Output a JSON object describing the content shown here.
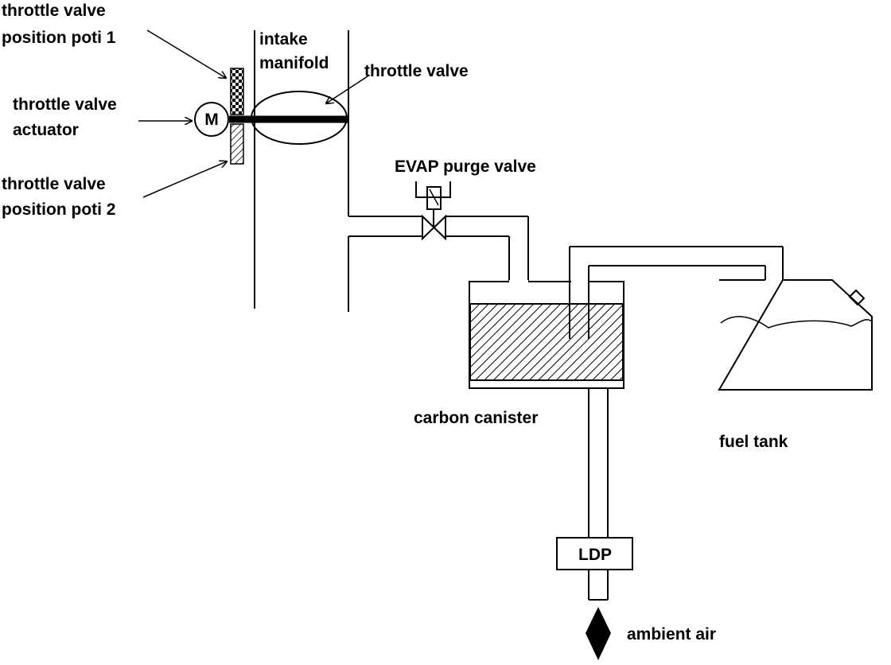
{
  "labels": {
    "pot1_line1": "throttle valve",
    "pot1_line2": "position poti 1",
    "actuator_line1": "throttle valve",
    "actuator_line2": "actuator",
    "pot2_line1": "throttle valve",
    "pot2_line2": "position poti 2",
    "manifold_line1": "intake",
    "manifold_line2": "manifold",
    "throttle_valve": "throttle valve",
    "evap_valve": "EVAP purge valve",
    "motor": "M",
    "carbon_canister": "carbon canister",
    "fuel_tank": "fuel tank",
    "ldp": "LDP",
    "ambient_air": "ambient air"
  },
  "colors": {
    "stroke": "#000000",
    "background": "#ffffff"
  }
}
